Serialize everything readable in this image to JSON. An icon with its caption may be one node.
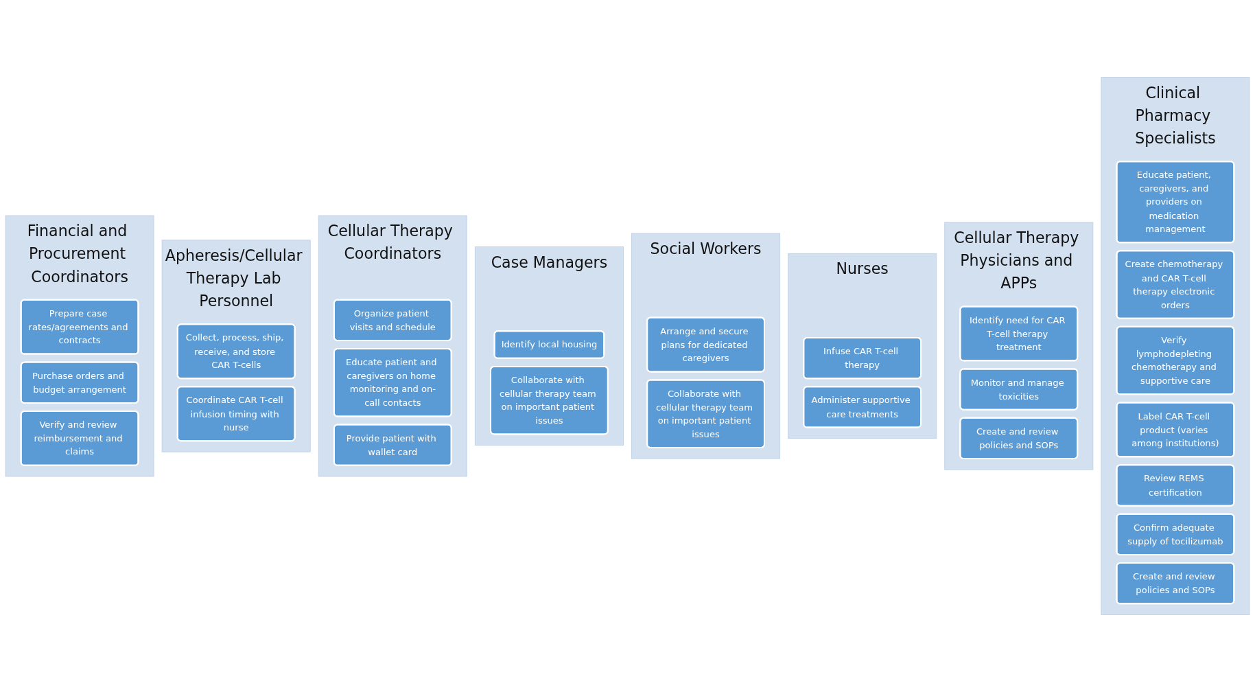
{
  "diagram": {
    "nodes": [
      {
        "text": [
          "Financial and Procurement Coordinators"
        ]
      },
      {
        "text": [
          "Prepare case rates/agreements and contracts"
        ],
        "in": 0
      },
      {
        "text": [
          "Purchase orders and budget arrangement"
        ],
        "in": 0
      },
      {
        "text": [
          "Verify and review reimbursement and claims"
        ],
        "in": 0
      },
      {
        "text": [
          "Apheresis/Cellular Therapy Lab Personnel"
        ]
      },
      {
        "text": [
          "Collect, process, ship, receive, and store CAR T-cells"
        ],
        "in": 4
      },
      {
        "text": [
          "Coordinate CAR T-cell infusion timing with nurse"
        ],
        "in": 4
      },
      {
        "text": [
          "Cellular Therapy Coordinators"
        ]
      },
      {
        "text": [
          "Organize patient visits and schedule"
        ],
        "in": 7
      },
      {
        "text": [
          "Educate patient and caregivers on home monitoring and on-call contacts"
        ],
        "in": 7
      },
      {
        "text": [
          "Provide patient with wallet card"
        ],
        "in": 7
      },
      {
        "text": [
          "Case Managers"
        ]
      },
      {
        "text": [
          "Identify local housing"
        ],
        "in": 11
      },
      {
        "text": [
          "Collaborate with cellular therapy team on important patient issues"
        ],
        "in": 11
      },
      {
        "text": [
          "Social Workers"
        ]
      },
      {
        "text": [
          "Arrange and secure plans for dedicated caregivers"
        ],
        "in": 14
      },
      {
        "text": [
          "Collaborate with cellular therapy team on important patient issues"
        ],
        "in": 14
      },
      {
        "text": [
          "Nurses"
        ]
      },
      {
        "text": [
          "Infuse CAR T-cell therapy"
        ],
        "in": 17
      },
      {
        "text": [
          "Administer supportive care treatments"
        ],
        "in": 17
      },
      {
        "text": [
          "Cellular Therapy Physicians and APPs"
        ]
      },
      {
        "text": [
          "Identify need for CAR T-cell therapy treatment"
        ],
        "in": 20
      },
      {
        "text": [
          "Monitor and manage toxicities"
        ],
        "in": 20
      },
      {
        "text": [
          "Create and review policies and SOPs"
        ],
        "in": 20
      },
      {
        "text": [
          "Clinical Pharmacy Specialists"
        ]
      },
      {
        "text": [
          "Educate patient, caregivers, and providers on medication management"
        ],
        "in": 24
      },
      {
        "text": [
          "Create chemotherapy and CAR T-cell therapy electronic orders"
        ],
        "in": 24
      },
      {
        "text": [
          "Verify lymphodepleting chemotherapy and supportive care"
        ],
        "in": 24
      },
      {
        "text": [
          "Label CAR T-cell product (varies among institutions)"
        ],
        "in": 24
      },
      {
        "text": [
          "Review REMS certification"
        ],
        "in": 24
      },
      {
        "text": [
          "Confirm adequate supply of tocilizumab"
        ],
        "in": 24
      },
      {
        "text": [
          "Create and review policies and SOPs"
        ],
        "in": 24
      }
    ],
    "edges": []
  }
}
